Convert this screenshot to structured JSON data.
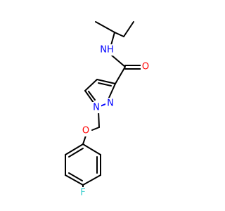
{
  "molecule": {
    "colors": {
      "bond": "#000000",
      "N": "#0000ff",
      "O": "#ff0000",
      "F": "#33cccc"
    },
    "atom_labels": {
      "amide_nh": {
        "text": "NH",
        "color": "#0000ff"
      },
      "carbonyl_o": {
        "text": "O",
        "color": "#ff0000"
      },
      "pyrazole_n1": {
        "text": "N",
        "color": "#0000ff"
      },
      "pyrazole_n2": {
        "text": "N",
        "color": "#0000ff"
      },
      "ether_o": {
        "text": "O",
        "color": "#ff0000"
      },
      "fluorine": {
        "text": "F",
        "color": "#33cccc"
      }
    }
  }
}
